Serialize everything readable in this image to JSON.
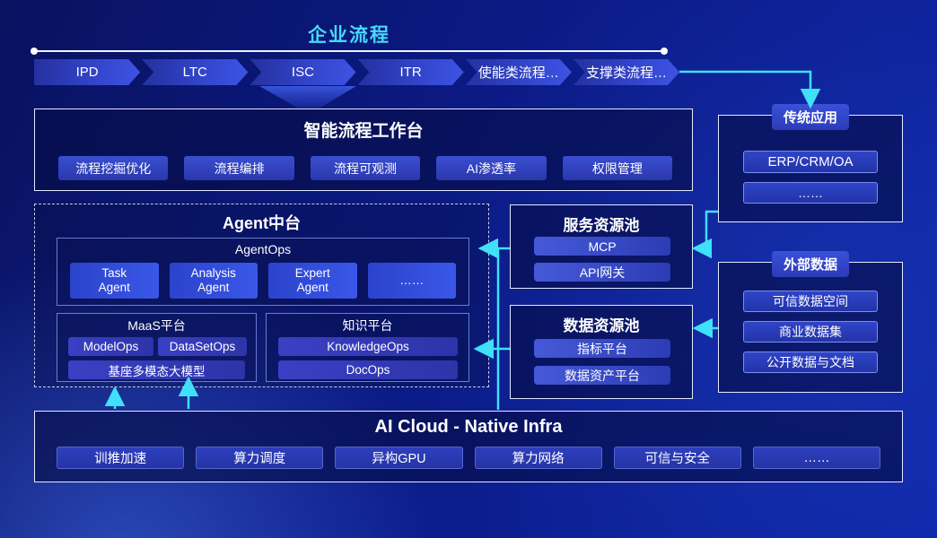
{
  "header": {
    "title": "企业流程"
  },
  "process_chain": {
    "steps": [
      "IPD",
      "LTC",
      "ISC",
      "ITR",
      "使能类流程…",
      "支撑类流程…"
    ]
  },
  "workbench": {
    "title": "智能流程工作台",
    "items": [
      "流程挖掘优化",
      "流程编排",
      "流程可观测",
      "AI渗透率",
      "权限管理"
    ]
  },
  "agent_platform": {
    "title": "Agent中台",
    "agentops": {
      "title": "AgentOps",
      "agents": [
        "Task\nAgent",
        "Analysis\nAgent",
        "Expert\nAgent",
        "……"
      ]
    },
    "maas": {
      "title": "MaaS平台",
      "items": [
        "ModelOps",
        "DataSetOps"
      ],
      "base_model": "基座多模态大模型"
    },
    "knowledge": {
      "title": "知识平台",
      "items": [
        "KnowledgeOps",
        "DocOps"
      ]
    }
  },
  "service_pool": {
    "title": "服务资源池",
    "items": [
      "MCP",
      "API网关"
    ]
  },
  "data_pool": {
    "title": "数据资源池",
    "items": [
      "指标平台",
      "数据资产平台"
    ]
  },
  "legacy_apps": {
    "title": "传统应用",
    "items": [
      "ERP/CRM/OA",
      "……"
    ]
  },
  "external_data": {
    "title": "外部数据",
    "items": [
      "可信数据空间",
      "商业数据集",
      "公开数据与文档"
    ]
  },
  "infra": {
    "title": "AI Cloud - Native Infra",
    "items": [
      "训推加速",
      "算力调度",
      "异构GPU",
      "算力网络",
      "可信与安全",
      "……"
    ]
  },
  "colors": {
    "accent_cyan": "#3fe0f8",
    "chevron_blue": "#3346cc",
    "button_blue": "#2c3fb8",
    "background_blue": "#0b1a84"
  }
}
